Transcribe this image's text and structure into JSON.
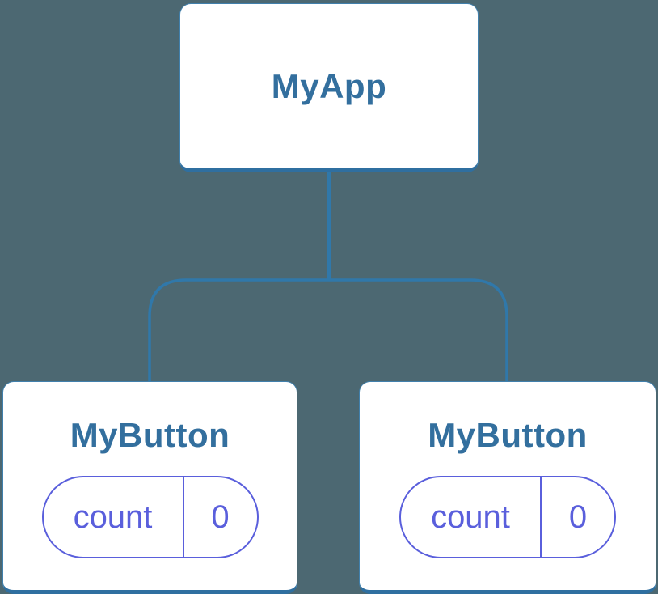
{
  "diagram": {
    "root": {
      "label": "MyApp"
    },
    "children": [
      {
        "label": "MyButton",
        "state": {
          "name": "count",
          "value": "0"
        }
      },
      {
        "label": "MyButton",
        "state": {
          "name": "count",
          "value": "0"
        }
      }
    ],
    "colors": {
      "background": "#4C6872",
      "connector": "#3078AA",
      "node_bg": "#FFFFFF",
      "node_border": "#4180AC",
      "node_border_bottom": "#2F6FA0",
      "node_text": "#336F9E",
      "state_accent": "#5A5FDC"
    }
  }
}
